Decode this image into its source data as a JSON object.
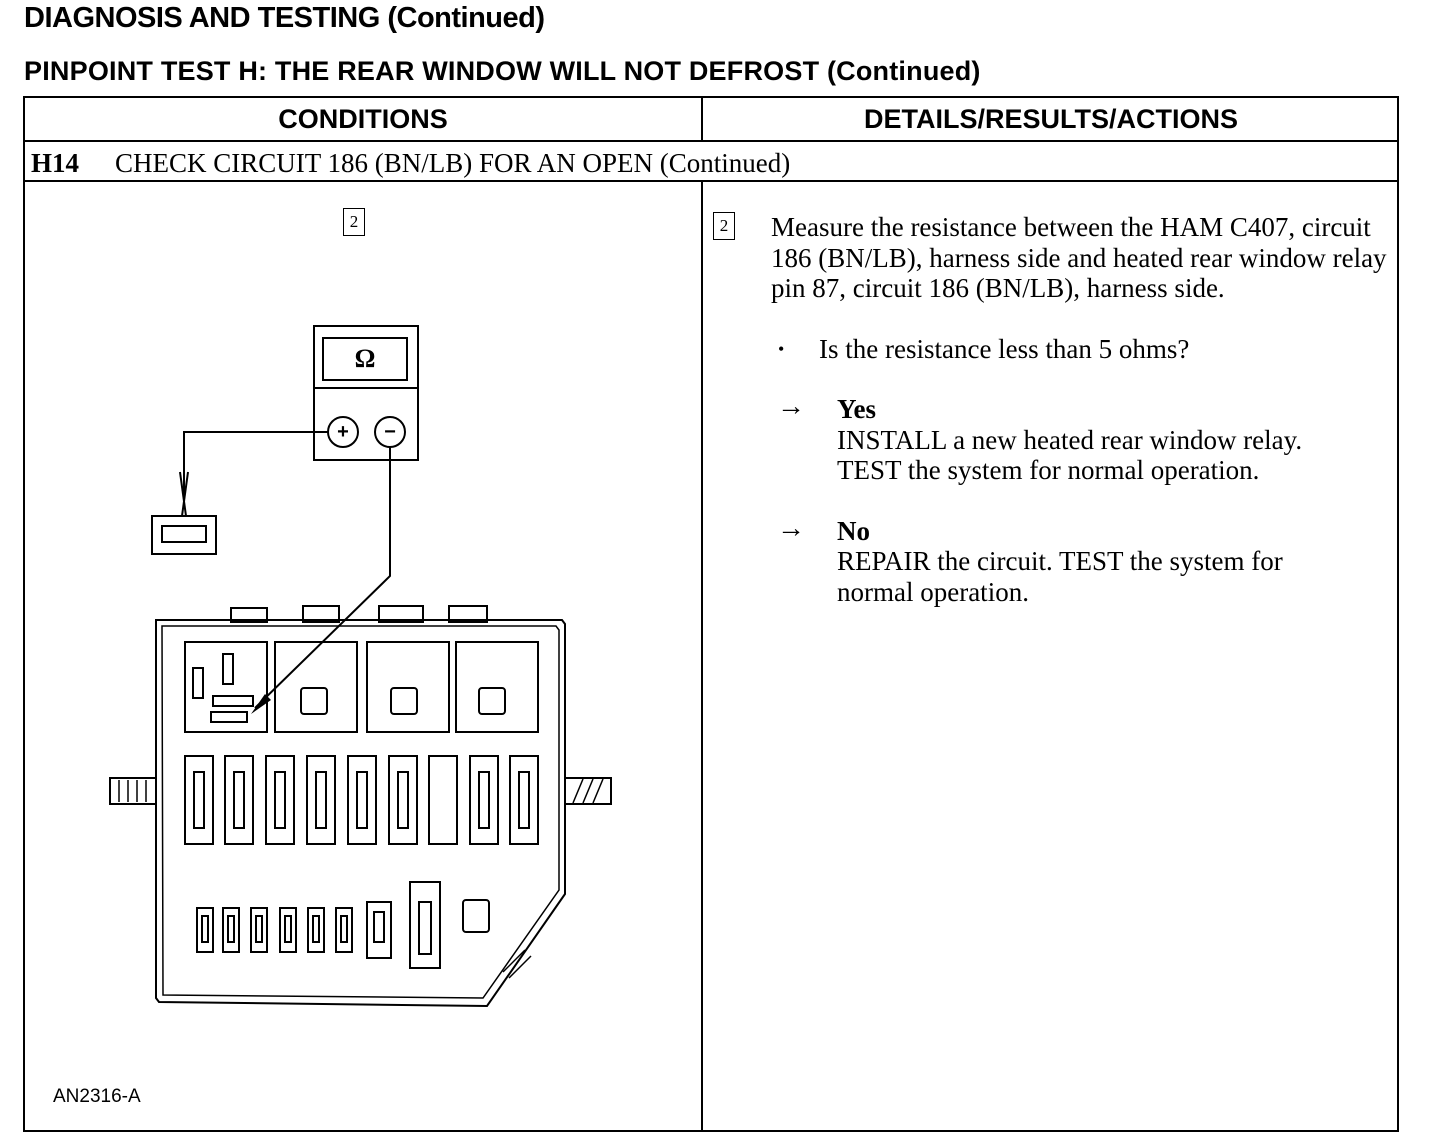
{
  "header": {
    "title": "DIAGNOSIS AND TESTING (Continued)",
    "test_title": "PINPOINT TEST H:  THE REAR WINDOW WILL NOT DEFROST (Continued)"
  },
  "table": {
    "col_conditions": "CONDITIONS",
    "col_details": "DETAILS/RESULTS/ACTIONS",
    "step_id": "H14",
    "step_title": "CHECK CIRCUIT 186 (BN/LB) FOR AN OPEN (Continued)"
  },
  "conditions": {
    "step_number": "2",
    "meter_symbol": "Ω",
    "positive_terminal": "+",
    "negative_terminal": "−",
    "figure_id": "AN2316-A"
  },
  "details": {
    "step_number": "2",
    "instruction": "Measure the resistance between the HAM C407, circuit 186 (BN/LB), harness side and heated rear window relay pin 87, circuit 186 (BN/LB), harness side.",
    "bullet": "•",
    "question": "Is the resistance less than 5 ohms?",
    "arrow": "→",
    "answers": [
      {
        "label": "Yes",
        "text": "INSTALL a new heated rear window relay.\nTEST the system for normal operation."
      },
      {
        "label": "No",
        "text": "REPAIR the circuit. TEST the system for\nnormal operation."
      }
    ]
  }
}
